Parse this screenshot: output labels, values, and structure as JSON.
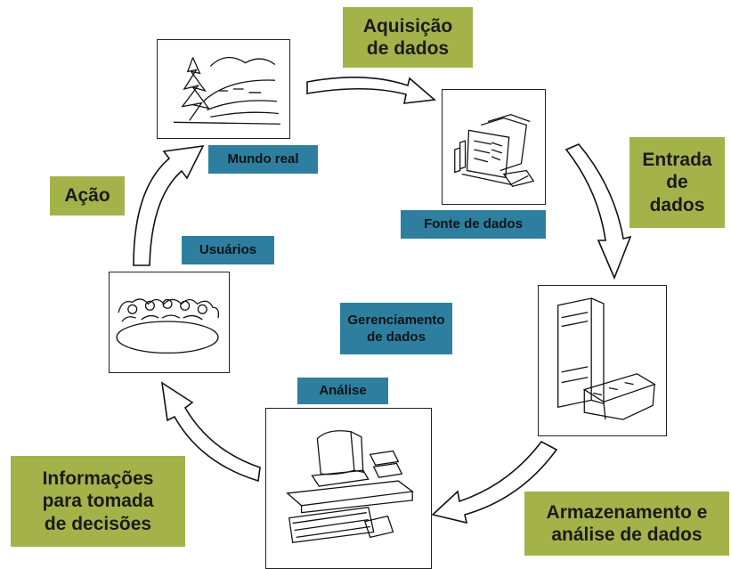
{
  "stages": {
    "aquisicao": "Aquisição\nde dados",
    "entrada": "Entrada\nde\ndados",
    "armazenamento": "Armazenamento e\nanálise de dados",
    "informacoes": "Informações\npara tomada\nde decisões",
    "acao": "Ação"
  },
  "nodes": {
    "mundo_real": "Mundo real",
    "fonte_de_dados": "Fonte de dados",
    "usuarios": "Usuários",
    "gerenciamento": "Gerenciamento\nde dados",
    "analise": "Análise"
  },
  "pictures": {
    "landscape": "landscape-icon",
    "papers": "data-sources-icon",
    "computer_tower": "computer-storage-icon",
    "workstation": "workstation-icon",
    "meeting": "users-meeting-icon"
  },
  "colors": {
    "stage_fill": "#a3b34a",
    "node_fill": "#2e7f9f"
  }
}
